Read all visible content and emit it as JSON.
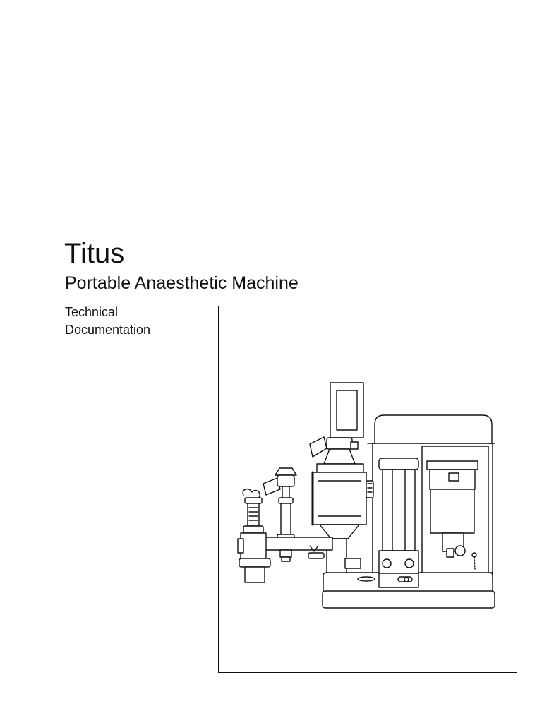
{
  "cover": {
    "title": "Titus",
    "subtitle": "Portable Anaesthetic Machine",
    "doc_type_lines": [
      "Technical",
      "Documentation"
    ]
  },
  "illustration": {
    "subject": "anaesthetic-machine-line-drawing",
    "stroke_color": "#111111"
  }
}
